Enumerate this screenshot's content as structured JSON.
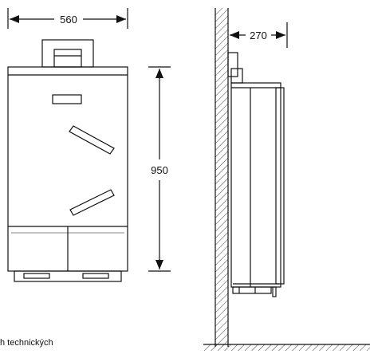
{
  "dimensions": {
    "width": "560",
    "height": "950",
    "depth": "270"
  },
  "caption": "h technických",
  "colors": {
    "line": "#111111",
    "background": "#ffffff"
  }
}
